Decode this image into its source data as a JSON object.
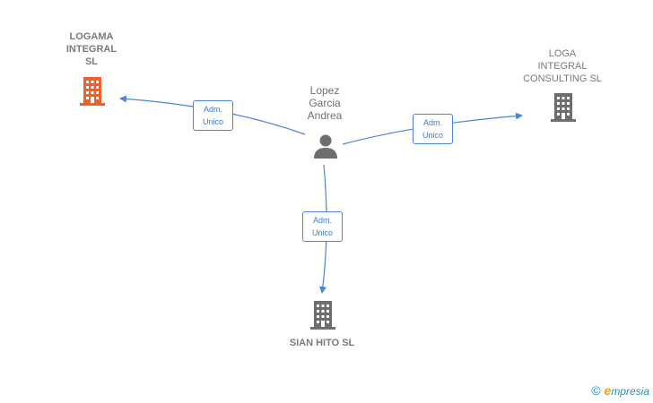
{
  "nodes": {
    "logama": {
      "label": "LOGAMA\nINTEGRAL\nSL",
      "icon": "building-icon",
      "color": "#f0602a"
    },
    "loga": {
      "label": "LOGA\nINTEGRAL\nCONSULTING SL",
      "icon": "building-icon",
      "color": "#6e6e6e"
    },
    "sian": {
      "label": "SIAN HITO SL",
      "icon": "building-icon",
      "color": "#6e6e6e"
    },
    "person": {
      "label": "Lopez\nGarcia\nAndrea",
      "icon": "person-icon",
      "color": "#6e6e6e"
    }
  },
  "edges": {
    "to_logama": {
      "label": "Adm.\nUnico"
    },
    "to_loga": {
      "label": "Adm.\nUnico"
    },
    "to_sian": {
      "label": "Adm.\nUnico"
    }
  },
  "colors": {
    "edge": "#4a86d4",
    "focus_company": "#f0602a",
    "company": "#6e6e6e"
  },
  "watermark": {
    "copyright": "©",
    "brand_initial": "e",
    "brand_rest": "mpresia"
  }
}
